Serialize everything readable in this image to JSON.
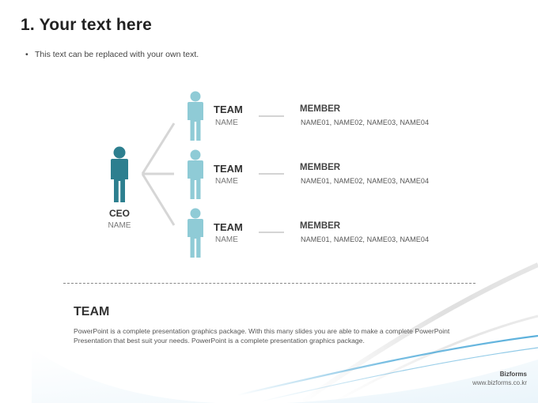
{
  "slide": {
    "title": "1. Your text here",
    "subtitle_bullet": "•",
    "subtitle": "This text can be replaced with your own text."
  },
  "colors": {
    "ceo": "#2d7f8f",
    "team": "#8fcbd6",
    "connector": "#d6d6d6",
    "swoosh_blue": "#4aa8d8"
  },
  "org_chart": {
    "ceo": {
      "title": "CEO",
      "name": "NAME",
      "icon": "person-icon"
    },
    "teams": [
      {
        "title": "TEAM",
        "name": "NAME",
        "member_title": "MEMBER",
        "members": "NAME01, NAME02, NAME03, NAME04",
        "icon": "person-icon"
      },
      {
        "title": "TEAM",
        "name": "NAME",
        "member_title": "MEMBER",
        "members": "NAME01, NAME02, NAME03, NAME04",
        "icon": "person-icon"
      },
      {
        "title": "TEAM",
        "name": "NAME",
        "member_title": "MEMBER",
        "members": "NAME01, NAME02, NAME03, NAME04",
        "icon": "person-icon"
      }
    ]
  },
  "footer": {
    "title": "TEAM",
    "text": " PowerPoint is a complete presentation graphics package. With this many slides you are able to make a complete PowerPoint Presentation that best suit your needs. PowerPoint is a complete presentation graphics package."
  },
  "branding": {
    "brand": "Bizforms",
    "url": "www.bizforms.co.kr"
  }
}
